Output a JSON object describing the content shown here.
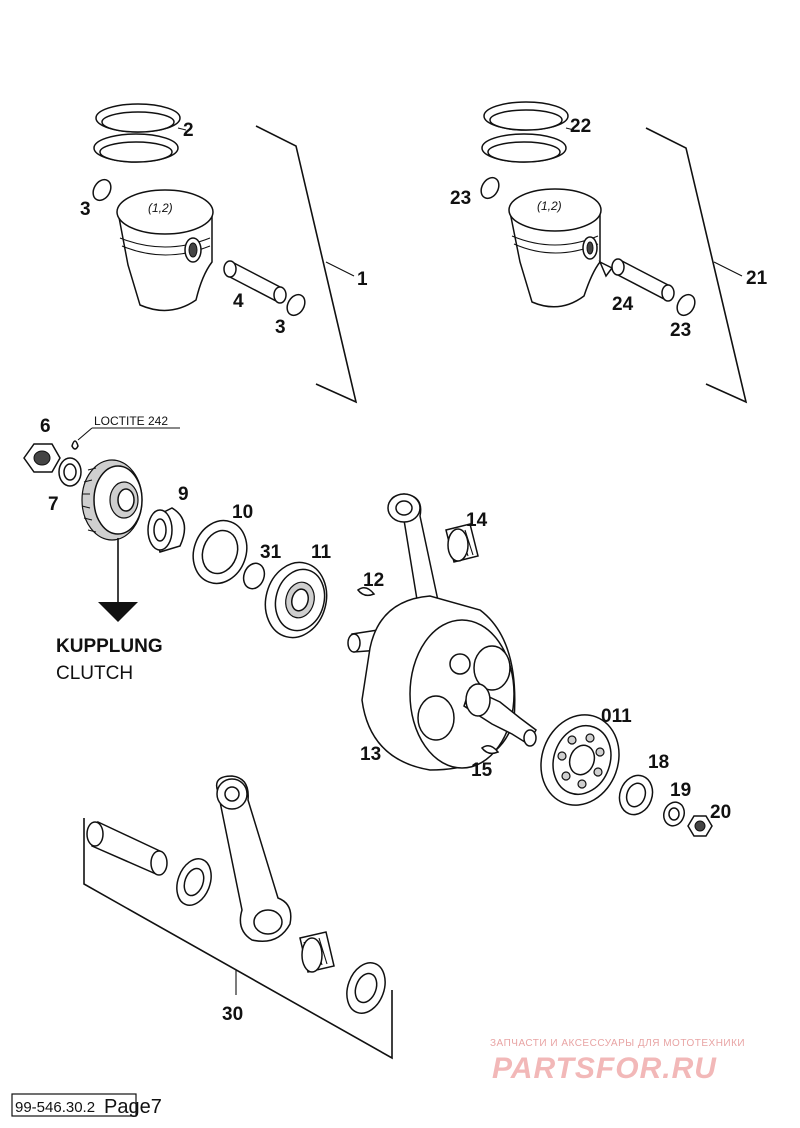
{
  "callouts": {
    "c1": "1",
    "c2": "2",
    "c3a": "3",
    "c3b": "3",
    "c4": "4",
    "c21": "21",
    "c22": "22",
    "c23a": "23",
    "c23b": "23",
    "c24": "24",
    "c6": "6",
    "c7": "7",
    "c9": "9",
    "c10": "10",
    "c31": "31",
    "c11": "11",
    "c12": "12",
    "c14": "14",
    "c13": "13",
    "c15": "15",
    "c011": "011",
    "c18": "18",
    "c19": "19",
    "c20": "20",
    "c30": "30"
  },
  "piston_marking_left": "(1,2)",
  "piston_marking_right": "(1,2)",
  "loctite_label": "LOCTITE 242",
  "clutch_label_de": "KUPPLUNG",
  "clutch_label_en": "CLUTCH",
  "watermark": {
    "tagline": "ЗАПЧАСТИ И АКСЕССУАРЫ ДЛЯ МОТОТЕХНИКИ",
    "brand": "PARTSFOR.RU"
  },
  "footer": {
    "doc_number": "99-546.30.2",
    "page_label": "Page7"
  }
}
